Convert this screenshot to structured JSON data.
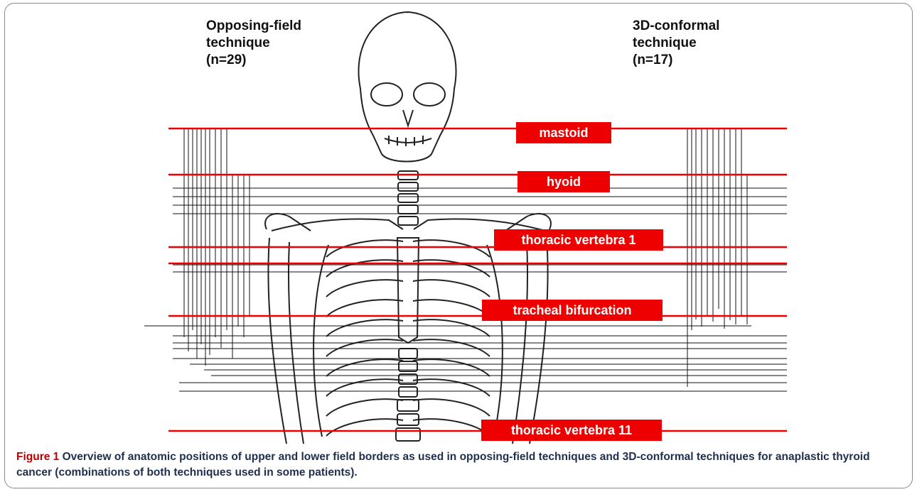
{
  "columns": {
    "left": "Opposing-field\ntechnique\n(n=29)",
    "right": "3D-conformal\ntechnique\n(n=17)"
  },
  "landmarks": [
    {
      "name": "mastoid"
    },
    {
      "name": "hyoid"
    },
    {
      "name": "thoracic vertebra 1"
    },
    {
      "name": "tracheal bifurcation"
    },
    {
      "name": "thoracic vertebra 11"
    }
  ],
  "caption": {
    "lead": "Figure 1",
    "text": " Overview of anatomic positions of upper and lower field borders as used in opposing-field techniques and 3D-conformal techniques for anaplastic thyroid cancer (combinations of both techniques used in some patients)."
  },
  "colors": {
    "landmark_line": "#ee0000",
    "label_bg": "#ee0000",
    "caption_text": "#1f2f4f",
    "caption_lead": "#c00000"
  }
}
